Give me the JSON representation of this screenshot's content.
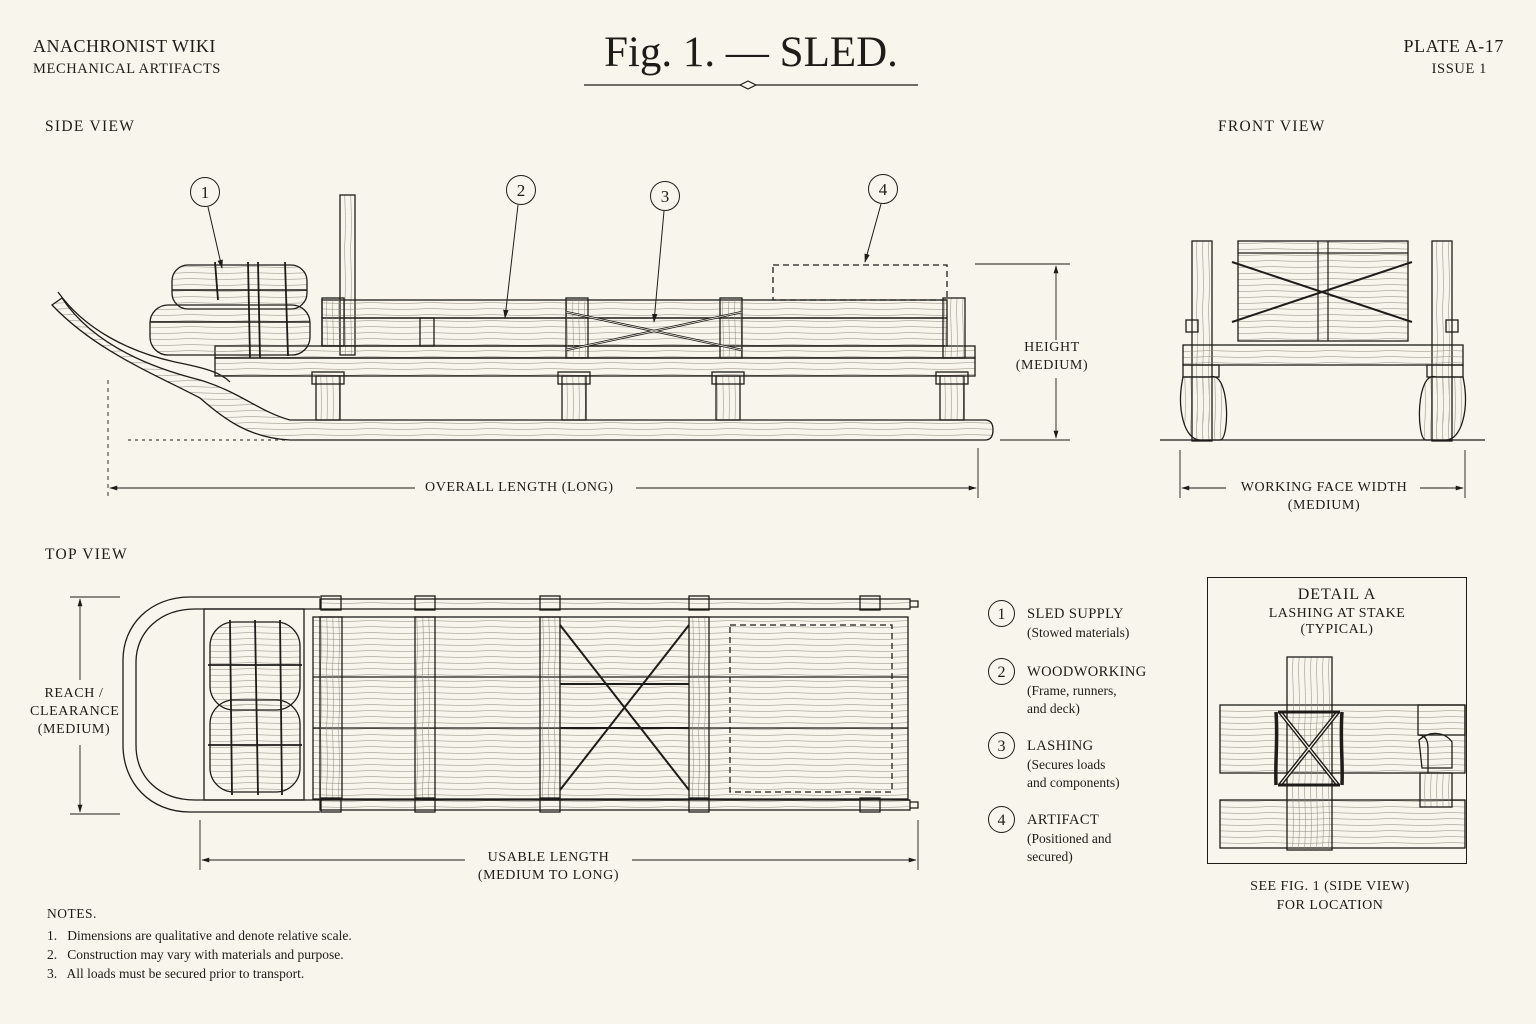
{
  "header": {
    "site": "ANACHRONIST WIKI",
    "section": "MECHANICAL ARTIFACTS",
    "title": "Fig. 1. — SLED.",
    "plate": "PLATE  A-17",
    "issue": "ISSUE  1"
  },
  "views": {
    "side": "SIDE VIEW",
    "front": "FRONT VIEW",
    "top": "TOP VIEW"
  },
  "dimensions": {
    "height": "HEIGHT",
    "height_q": "(MEDIUM)",
    "overall_length": "OVERALL LENGTH (LONG)",
    "working_face": "WORKING FACE WIDTH",
    "working_face_q": "(MEDIUM)",
    "reach": "REACH /",
    "clearance": "CLEARANCE",
    "reach_q": "(MEDIUM)",
    "usable_length": "USABLE LENGTH",
    "usable_length_q": "(MEDIUM TO LONG)"
  },
  "callouts": [
    "1",
    "2",
    "3",
    "4"
  ],
  "legend": [
    {
      "num": "1",
      "title": "SLED SUPPLY",
      "desc": [
        "(Stowed materials)"
      ]
    },
    {
      "num": "2",
      "title": "WOODWORKING",
      "desc": [
        "(Frame, runners,",
        "and deck)"
      ]
    },
    {
      "num": "3",
      "title": "LASHING",
      "desc": [
        "(Secures loads",
        "and components)"
      ]
    },
    {
      "num": "4",
      "title": "ARTIFACT",
      "desc": [
        "(Positioned and",
        "secured)"
      ]
    }
  ],
  "detail": {
    "title": "DETAIL A",
    "subtitle": "LASHING AT STAKE",
    "note": "(TYPICAL)",
    "ref1": "SEE FIG. 1 (SIDE VIEW)",
    "ref2": "FOR LOCATION"
  },
  "notes": {
    "heading": "NOTES.",
    "items": [
      "1.   Dimensions are qualitative and denote relative scale.",
      "2.   Construction may vary with materials and purpose.",
      "3.   All loads must be secured prior to transport."
    ]
  }
}
